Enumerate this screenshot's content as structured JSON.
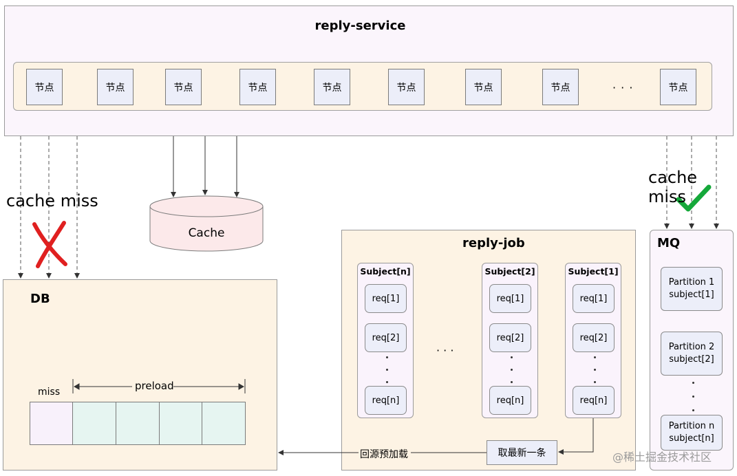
{
  "reply_service": {
    "title": "reply-service",
    "nodes": [
      "节点",
      "节点",
      "节点",
      "节点",
      "节点",
      "节点",
      "节点",
      "节点",
      "节点"
    ],
    "ellipsis": "· · ·"
  },
  "left_label": "cache miss",
  "right_label": "cache miss",
  "cache": {
    "label": "Cache"
  },
  "db": {
    "title": "DB",
    "miss_label": "miss",
    "preload_label": "preload"
  },
  "reply_job": {
    "title": "reply-job",
    "subjects": [
      {
        "label": "Subject[n]",
        "reqs": [
          "req[1]",
          "req[2]",
          "req[n]"
        ]
      },
      {
        "label": "Subject[2]",
        "reqs": [
          "req[1]",
          "req[2]",
          "req[n]"
        ]
      },
      {
        "label": "Subject[1]",
        "reqs": [
          "req[1]",
          "req[2]",
          "req[n]"
        ]
      }
    ],
    "ellipsis": "· · ·",
    "fetch_latest_label": "取最新一条",
    "backfill_label": "回源预加载"
  },
  "mq": {
    "title": "MQ",
    "partitions": [
      {
        "line1": "Partition 1",
        "line2": "subject[1]"
      },
      {
        "line1": "Partition 2",
        "line2": "subject[2]"
      },
      {
        "line1": "Partition n",
        "line2": "subject[n]"
      }
    ]
  },
  "watermark": "@稀土掘金技术社区",
  "colors": {
    "service_bg": "#fbf5fc",
    "node_bar_bg": "#fdf3e4",
    "node_bg": "#eceef9",
    "cache_bg": "#fce9ea",
    "job_bg": "#fdf3e4",
    "cell_miss_bg": "#f8f1fb",
    "cell_preload_bg": "#e6f5f1",
    "cross_color": "#e02020",
    "check_color": "#15a83a"
  }
}
